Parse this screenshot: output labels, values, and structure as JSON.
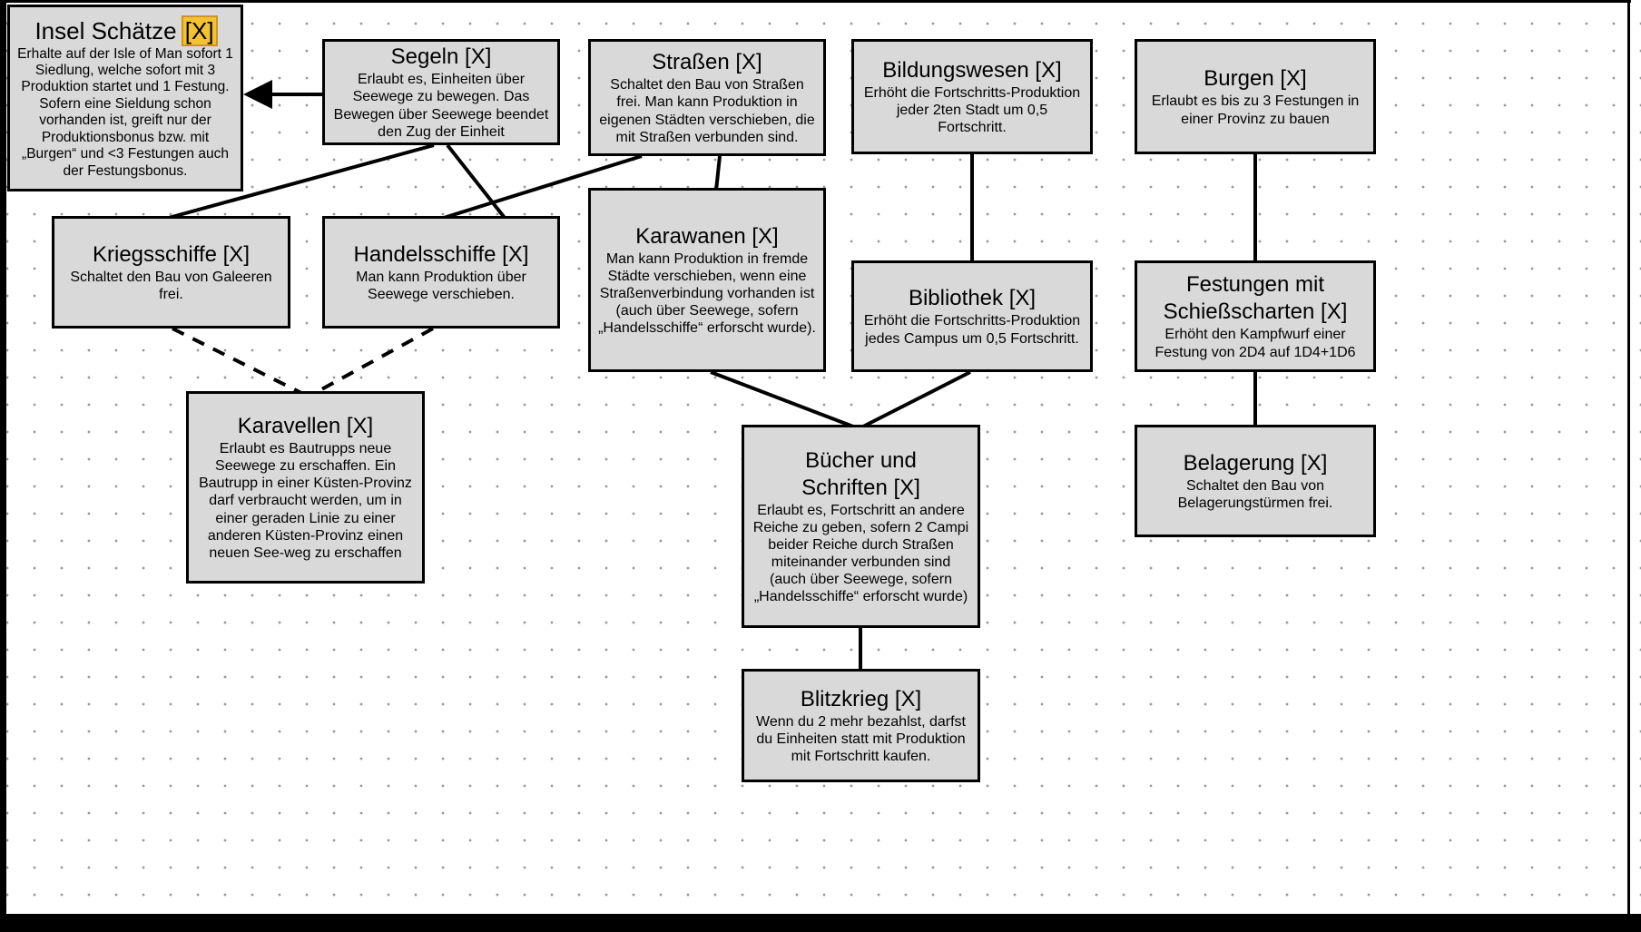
{
  "canvas": {
    "background": "#ffffff",
    "grid_dot_color": "#9a9a9a",
    "node_fill": "#d9d9d9",
    "node_border": "#000000",
    "line_color": "#000000",
    "highlight_color": "#f2c232"
  },
  "nodes": [
    {
      "id": "insel-schaetze",
      "title": "Insel Schätze",
      "flag": "[X]",
      "flag_highlighted": true,
      "body": "Erhalte auf der Isle of Man sofort 1 Siedlung, welche sofort mit 3 Produktion startet und 1 Festung. Sofern eine Sieldung schon vorhanden ist, greift nur der Produktionsbonus bzw. mit „Burgen“ und <3 Festungen auch der Festungsbonus."
    },
    {
      "id": "segeln",
      "title": "Segeln",
      "flag": "[X]",
      "body": "Erlaubt es, Einheiten über Seewege zu bewegen. Das Bewegen über Seewege beendet den Zug der Einheit"
    },
    {
      "id": "strassen",
      "title": "Straßen",
      "flag": "[X]",
      "body": "Schaltet den Bau von Straßen frei. Man kann Produktion in eigenen Städten verschieben, die mit Straßen verbunden sind."
    },
    {
      "id": "bildungswesen",
      "title": "Bildungswesen",
      "flag": "[X]",
      "body": "Erhöht die Fortschritts-Produktion jeder 2ten Stadt um 0,5 Fortschritt."
    },
    {
      "id": "burgen",
      "title": "Burgen",
      "flag": "[X]",
      "body": "Erlaubt es bis zu 3 Festungen in einer Provinz zu bauen"
    },
    {
      "id": "kriegsschiffe",
      "title": "Kriegsschiffe",
      "flag": "[X]",
      "body": "Schaltet den Bau von Galeeren frei."
    },
    {
      "id": "handelsschiffe",
      "title": "Handelsschiffe",
      "flag": "[X]",
      "body": "Man kann Produktion über Seewege verschieben."
    },
    {
      "id": "karawanen",
      "title": "Karawanen",
      "flag": "[X]",
      "body": "Man kann Produktion in fremde Städte verschieben, wenn eine Straßenverbindung vorhanden ist (auch über Seewege, sofern „Handelsschiffe“ erforscht wurde)."
    },
    {
      "id": "bibliothek",
      "title": "Bibliothek",
      "flag": "[X]",
      "body": "Erhöht die Fortschritts-Produktion jedes Campus um 0,5 Fortschritt."
    },
    {
      "id": "festungen-mit-schiessscharten",
      "title": "Festungen mit Schießscharten",
      "flag": "[X]",
      "body": "Erhöht den Kampfwurf einer Festung von 2D4 auf 1D4+1D6"
    },
    {
      "id": "karavellen",
      "title": "Karavellen",
      "flag": "[X]",
      "body": "Erlaubt es Bautrupps neue Seewege zu erschaffen. Ein Bautrupp in einer Küsten-Provinz darf verbraucht werden, um in einer geraden Linie zu einer anderen Küsten-Provinz einen neuen See-weg zu erschaffen"
    },
    {
      "id": "buecher-und-schriften",
      "title": "Bücher und Schriften",
      "flag": "[X]",
      "body": "Erlaubt es, Fortschritt an andere Reiche zu geben, sofern 2 Campi beider Reiche durch Straßen miteinander verbunden sind (auch über Seewege, sofern „Handelsschiffe“ erforscht wurde)"
    },
    {
      "id": "belagerung",
      "title": "Belagerung",
      "flag": "[X]",
      "body": "Schaltet den Bau von Belagerungstürmen frei."
    },
    {
      "id": "blitzkrieg",
      "title": "Blitzkrieg",
      "flag": "[X]",
      "body": "Wenn du 2 mehr bezahlst, darfst du Einheiten statt mit Produktion mit Fortschritt kaufen."
    }
  ],
  "edges": [
    {
      "from": "segeln",
      "to": "insel-schaetze",
      "type": "arrow"
    },
    {
      "from": "segeln",
      "to": "kriegsschiffe",
      "type": "line"
    },
    {
      "from": "segeln",
      "to": "handelsschiffe",
      "type": "line"
    },
    {
      "from": "strassen",
      "to": "handelsschiffe",
      "type": "line"
    },
    {
      "from": "strassen",
      "to": "karawanen",
      "type": "line"
    },
    {
      "from": "bildungswesen",
      "to": "bibliothek",
      "type": "line"
    },
    {
      "from": "burgen",
      "to": "festungen-mit-schiessscharten",
      "type": "line"
    },
    {
      "from": "festungen-mit-schiessscharten",
      "to": "belagerung",
      "type": "line"
    },
    {
      "from": "kriegsschiffe",
      "to": "karavellen",
      "type": "dashed"
    },
    {
      "from": "handelsschiffe",
      "to": "karavellen",
      "type": "dashed"
    },
    {
      "from": "karawanen",
      "to": "buecher-und-schriften",
      "type": "line"
    },
    {
      "from": "bibliothek",
      "to": "buecher-und-schriften",
      "type": "line"
    },
    {
      "from": "buecher-und-schriften",
      "to": "blitzkrieg",
      "type": "line"
    }
  ]
}
